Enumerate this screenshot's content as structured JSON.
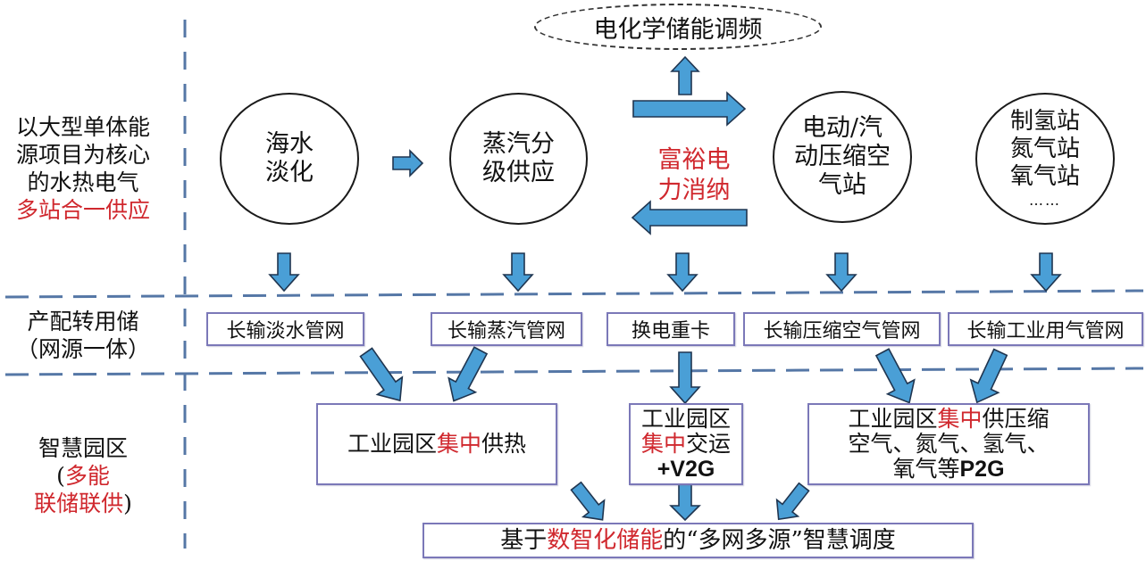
{
  "colors": {
    "arrow_fill": "#4a9fd6",
    "arrow_stroke": "#1f3550",
    "divider": "#5577a6",
    "highlight_red": "#d0282e",
    "box_border": "#7b78b8"
  },
  "row_labels": {
    "row1": {
      "lines": [
        "以大型单体能",
        "源项目为核心",
        "的水热电气"
      ],
      "highlight_line": "多站合一供应"
    },
    "row2": {
      "lines": [
        "产配转用储",
        "（网源一体）"
      ]
    },
    "row3": {
      "line1": "智慧园区",
      "line2_open": "(",
      "line2_red": "多能",
      "line3_red": "联储联供",
      "line3_close": ")"
    }
  },
  "top_ellipse": {
    "label": "电化学储能调频"
  },
  "sources": [
    {
      "id": "desalination",
      "lines": [
        "海水",
        "淡化"
      ]
    },
    {
      "id": "steam",
      "lines": [
        "蒸汽分",
        "级供应"
      ]
    },
    {
      "id": "compressed-air",
      "lines": [
        "电动/汽",
        "动压缩空",
        "气站"
      ]
    },
    {
      "id": "gas-stations",
      "lines": [
        "制氢站",
        "氮气站",
        "氧气站",
        "……"
      ]
    }
  ],
  "center_hub": {
    "lines": [
      "富裕电",
      "力消纳"
    ]
  },
  "pipe_networks": [
    {
      "id": "water-pipe",
      "label": "长输淡水管网"
    },
    {
      "id": "steam-pipe",
      "label": "长输蒸汽管网"
    },
    {
      "id": "battery-swap",
      "label": "换电重卡"
    },
    {
      "id": "air-pipe",
      "label": "长输压缩空气管网"
    },
    {
      "id": "gas-pipe",
      "label": "长输工业用气管网"
    }
  ],
  "park_boxes": {
    "heating": {
      "pre": "工业园区",
      "red": "集中",
      "post": "供热"
    },
    "transport": {
      "line1": "工业园区",
      "line2_red": "集中",
      "line2_post": "交运",
      "line3": "+V2G"
    },
    "gas": {
      "line1_pre": "工业园区",
      "line1_red": "集中",
      "line1_post": "供压缩",
      "line2": "空气、氮气、氢气、",
      "line3_pre": "氧气等",
      "line3_latin": "P2G"
    }
  },
  "dispatch": {
    "pre": "基于",
    "red": "数智化储能",
    "post": "的“多网多源”智慧调度"
  }
}
